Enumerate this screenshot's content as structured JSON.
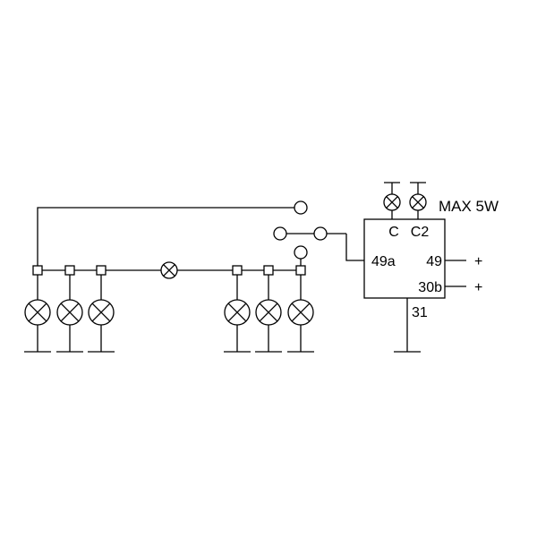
{
  "flasher": {
    "terminals": {
      "c": "C",
      "c2": "C2",
      "t49a": "49a",
      "t49": "49",
      "t30b": "30b",
      "t31": "31"
    },
    "plus_49": "+",
    "plus_30b": "+"
  },
  "indicator_rating": "MAX 5W"
}
